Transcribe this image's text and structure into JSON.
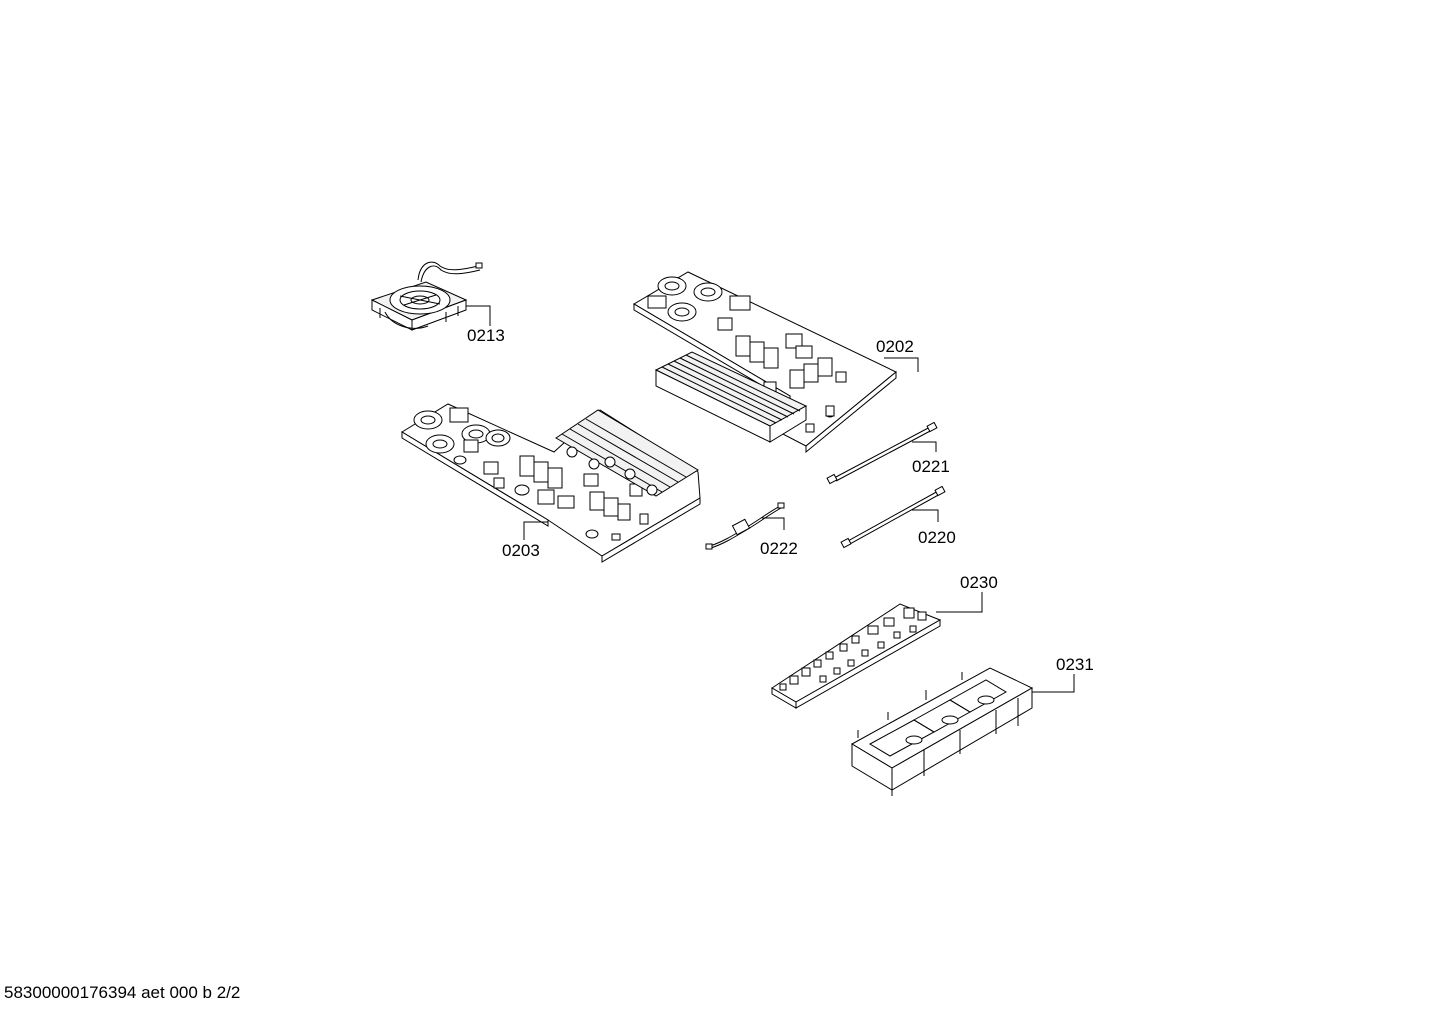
{
  "diagram": {
    "parts": [
      {
        "id": "fan",
        "label": "0213"
      },
      {
        "id": "power-board-upper",
        "label": "0202"
      },
      {
        "id": "power-board-lower",
        "label": "0203"
      },
      {
        "id": "ribbon-cable-a",
        "label": "0221"
      },
      {
        "id": "ribbon-cable-b",
        "label": "0220"
      },
      {
        "id": "ferrite-cable",
        "label": "0222"
      },
      {
        "id": "control-board",
        "label": "0230"
      },
      {
        "id": "control-frame",
        "label": "0231"
      }
    ]
  },
  "footer": {
    "drawing_id": "58300000176394 aet 000 b 2/2"
  }
}
